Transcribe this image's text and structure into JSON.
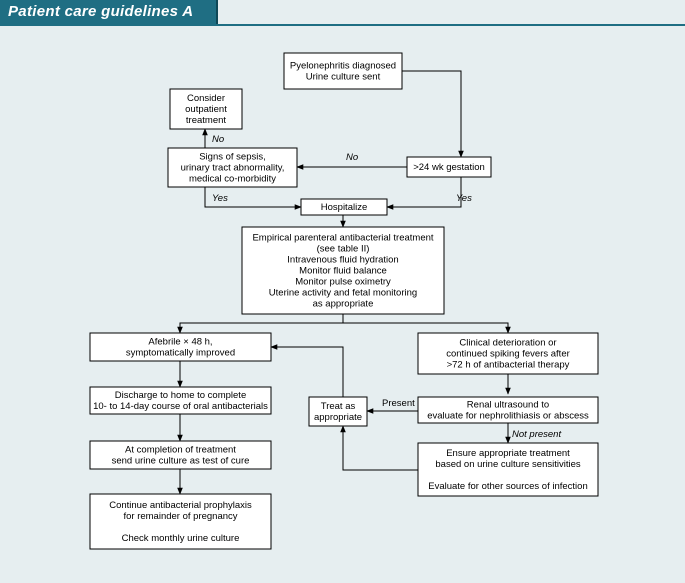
{
  "title": "Patient care guidelines A",
  "nodes": [
    {
      "id": "pyelo",
      "lines": [
        "Pyelonephritis diagnosed",
        "Urine culture sent"
      ]
    },
    {
      "id": "outpatient",
      "lines": [
        "Consider",
        "outpatient",
        "treatment"
      ]
    },
    {
      "id": "sepsis",
      "lines": [
        "Signs of sepsis,",
        "urinary tract abnormality,",
        "medical co-morbidity"
      ]
    },
    {
      "id": "gestation",
      "lines": [
        ">24 wk gestation"
      ]
    },
    {
      "id": "hospitalize",
      "lines": [
        "Hospitalize"
      ]
    },
    {
      "id": "empirical",
      "lines": [
        "Empirical parenteral antibacterial treatment",
        "(see table II)",
        "Intravenous fluid hydration",
        "Monitor fluid balance",
        "Monitor pulse oximetry",
        "Uterine activity and fetal monitoring",
        "as appropriate"
      ]
    },
    {
      "id": "afebrile",
      "lines": [
        "Afebrile × 48 h,",
        "symptomatically improved"
      ]
    },
    {
      "id": "deterioration",
      "lines": [
        "Clinical deterioration or",
        "continued spiking fevers after",
        ">72 h of antibacterial therapy"
      ]
    },
    {
      "id": "discharge",
      "lines": [
        "Discharge to home to complete",
        "10- to 14-day course of oral antibacterials"
      ]
    },
    {
      "id": "treat",
      "lines": [
        "Treat as",
        "appropriate"
      ]
    },
    {
      "id": "ultrasound",
      "lines": [
        "Renal ultrasound to",
        "evaluate for nephrolithiasis or abscess"
      ]
    },
    {
      "id": "completion",
      "lines": [
        "At completion of treatment",
        "send urine culture as test of cure"
      ]
    },
    {
      "id": "ensure",
      "lines": [
        "Ensure appropriate treatment",
        "based on urine culture sensitivities",
        "",
        "Evaluate for other sources of infection"
      ]
    },
    {
      "id": "prophylaxis",
      "lines": [
        "Continue antibacterial prophylaxis",
        "for remainder of pregnancy",
        "",
        "Check monthly urine culture"
      ]
    }
  ],
  "edge_labels": {
    "no_outpatient": "No",
    "no_gestation": "No",
    "yes_sepsis": "Yes",
    "yes_gestation": "Yes",
    "present": "Present",
    "not_present": "Not present"
  }
}
